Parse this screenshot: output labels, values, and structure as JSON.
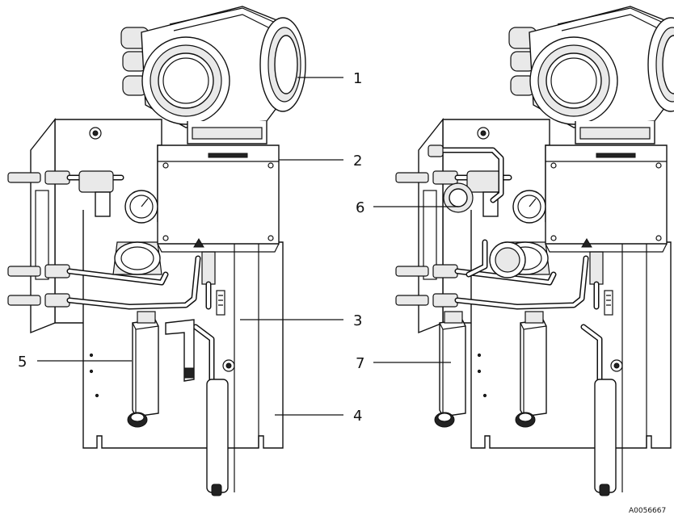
{
  "callouts": [
    {
      "label": "1",
      "from": "left-unit",
      "part": "transmitter-housing"
    },
    {
      "label": "2",
      "from": "left-unit",
      "part": "electronics-box"
    },
    {
      "label": "3",
      "from": "left-unit",
      "part": "mounting-plate"
    },
    {
      "label": "4",
      "from": "left-unit",
      "part": "back-panel"
    },
    {
      "label": "5",
      "from": "left-unit",
      "part": "flowmeter"
    },
    {
      "label": "6",
      "from": "right-unit",
      "part": "pressure-regulator"
    },
    {
      "label": "7",
      "from": "right-unit",
      "part": "flowmeter"
    }
  ],
  "reference_code": "A0056667",
  "colors": {
    "line": "#111111",
    "fill": "#ffffff",
    "shade": "#e9e9e9",
    "dark": "#222222"
  }
}
